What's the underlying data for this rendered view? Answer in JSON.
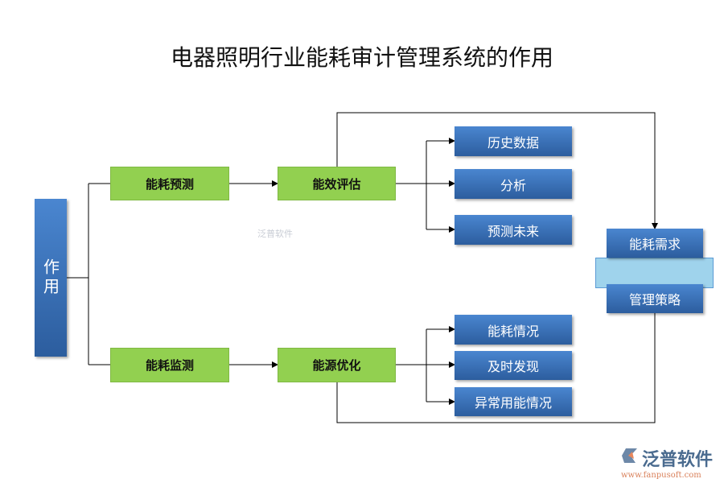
{
  "title": "电器照明行业能耗审计管理系统的作用",
  "root": "作用",
  "branches": [
    {
      "label": "能耗预测",
      "next": "能效评估",
      "items": [
        "历史数据",
        "分析",
        "预测未来"
      ]
    },
    {
      "label": "能耗监测",
      "next": "能源优化",
      "items": [
        "能耗情况",
        "及时发现",
        "异常用能情况"
      ]
    }
  ],
  "right": {
    "top": "能耗需求",
    "bottom": "管理策略"
  },
  "watermark": "泛普软件",
  "logo": {
    "name": "泛普软件",
    "url": "www.fanpusoft.com"
  },
  "colors": {
    "green": "#92d050",
    "blue": "#3a72b8",
    "band": "#9fd3ec"
  }
}
